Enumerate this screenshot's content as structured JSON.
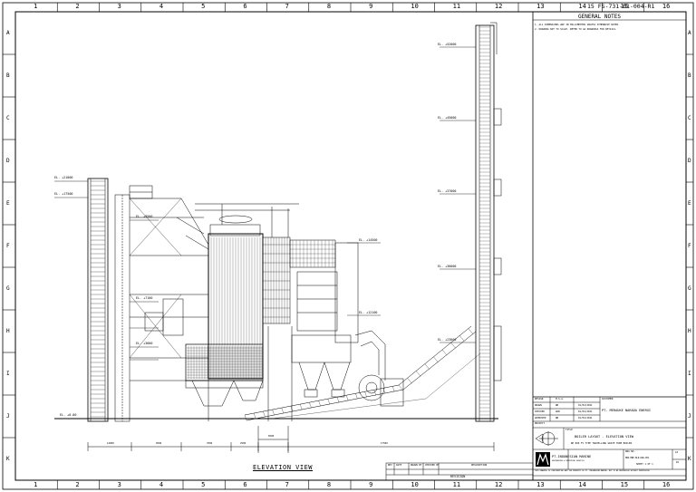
{
  "drawing_number": "15 FS-731-01-004-R1",
  "grid_columns": [
    "1",
    "2",
    "3",
    "4",
    "5",
    "6",
    "7",
    "8",
    "9",
    "10",
    "11",
    "12",
    "13",
    "14",
    "15",
    "16"
  ],
  "grid_rows": [
    "A",
    "B",
    "C",
    "D",
    "E",
    "F",
    "G",
    "H",
    "I",
    "J",
    "K"
  ],
  "notes": {
    "title": "GENERAL NOTES",
    "lines": [
      "1. ALL DIMENSIONS ARE IN MILLIMETERS UNLESS OTHERWISE NOTED.",
      "2. DRAWING NOT TO SCALE. REFER TO GA DRAWINGS FOR DETAILS."
    ]
  },
  "elevation_labels": [
    "EL. +52000",
    "EL. +45000",
    "EL. +37000",
    "EL. +30000",
    "EL. +23000",
    "EL. +21000",
    "EL. +17500",
    "EL. +14500",
    "EL. +12100",
    "EL. +9500",
    "EL. +7100",
    "EL. +3600",
    "EL. +0.00"
  ],
  "dimensions": [
    "12000",
    "9500",
    "7000",
    "2500",
    "6500",
    "17500"
  ],
  "view_caption": "ELEVATION VIEW",
  "revision": {
    "label": "REVISION",
    "cols": [
      "REV",
      "DATE",
      "DRAWN BY",
      "CHECKED BY",
      "DESCRIPTION"
    ]
  },
  "title_block": {
    "approvals": [
      {
        "role": "DESIGN",
        "name": "M.S.A.",
        "date": ""
      },
      {
        "role": "DRAWN",
        "name": "WB",
        "date": "01/04/2021"
      },
      {
        "role": "CHECKED",
        "name": "AKB",
        "date": "01/04/2021"
      },
      {
        "role": "APPROVED",
        "name": "WB",
        "date": "01/04/2021"
      }
    ],
    "customer_label": "CUSTOMER",
    "customer": "PT. MERAUKE NARADA ENERGI",
    "project_label": "PROJECT",
    "title_label": "TITLE",
    "title_line1": "BOILER LAYOUT - ELEVATION VIEW",
    "title_line2": "WE 800 FV TYPE TRAVELLING GRATE TUBE BOILER",
    "company": "PT.INDONESIAN MARINE",
    "company_sub": "ENGINEERING & INDUSTRIAL SERVICES",
    "dwg_no_label": "DWG NO.",
    "dwg_no": "MRK-MNE-BLR-DWG-001",
    "sheet": "SHEET 1 OF 1",
    "size": "A3",
    "rev": "R1",
    "footer": "THIS DRAWING IS CONFIDENTIAL AND THE PROPERTY OF PT. INDONESIAN MARINE. NOT TO BE REPRODUCED WITHOUT PERMISSION."
  }
}
